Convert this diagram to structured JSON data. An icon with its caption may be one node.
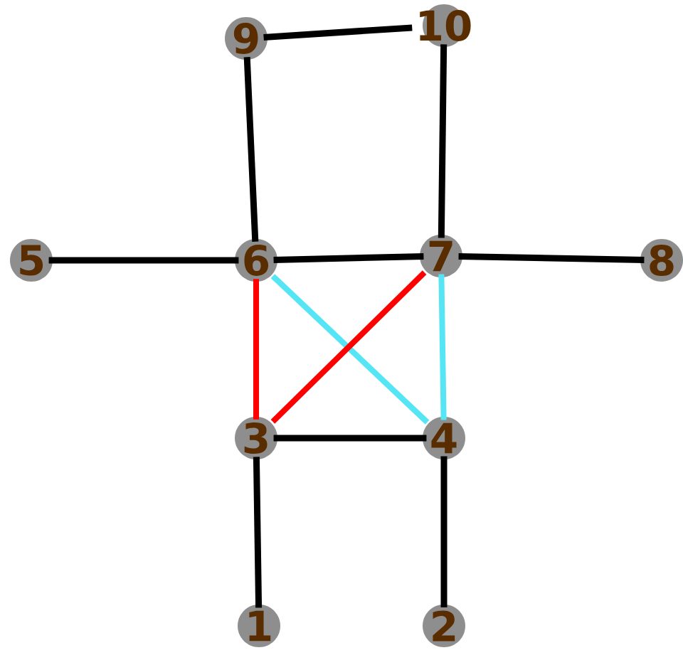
{
  "diagram": {
    "nodes": [
      {
        "text": [
          "9"
        ]
      },
      {
        "text": [
          "10"
        ]
      },
      {
        "text": [
          "5"
        ]
      },
      {
        "text": [
          "6"
        ]
      },
      {
        "text": [
          "7"
        ]
      },
      {
        "text": [
          "8"
        ]
      },
      {
        "text": [
          "3"
        ]
      },
      {
        "text": [
          "4"
        ]
      },
      {
        "text": [
          "1"
        ]
      },
      {
        "text": [
          "2"
        ]
      }
    ],
    "edges": [
      {
        "from": 0,
        "to": 1,
        "arrow": "none"
      },
      {
        "from": 0,
        "to": 3,
        "arrow": "none"
      },
      {
        "from": 1,
        "to": 4,
        "arrow": "none"
      },
      {
        "from": 2,
        "to": 3,
        "arrow": "none"
      },
      {
        "from": 3,
        "to": 4,
        "arrow": "none"
      },
      {
        "from": 4,
        "to": 5,
        "arrow": "none"
      },
      {
        "from": 3,
        "to": 6,
        "arrow": "none",
        "color": "#ff0000"
      },
      {
        "from": 3,
        "to": 7,
        "arrow": "none",
        "color": "#55e5f5"
      },
      {
        "from": 6,
        "to": 4,
        "arrow": "none",
        "color": "#ff0000"
      },
      {
        "from": 4,
        "to": 7,
        "arrow": "none",
        "color": "#55e5f5"
      },
      {
        "from": 6,
        "to": 7,
        "arrow": "none"
      },
      {
        "from": 6,
        "to": 8,
        "arrow": "none"
      },
      {
        "from": 7,
        "to": 9,
        "arrow": "none"
      }
    ]
  }
}
